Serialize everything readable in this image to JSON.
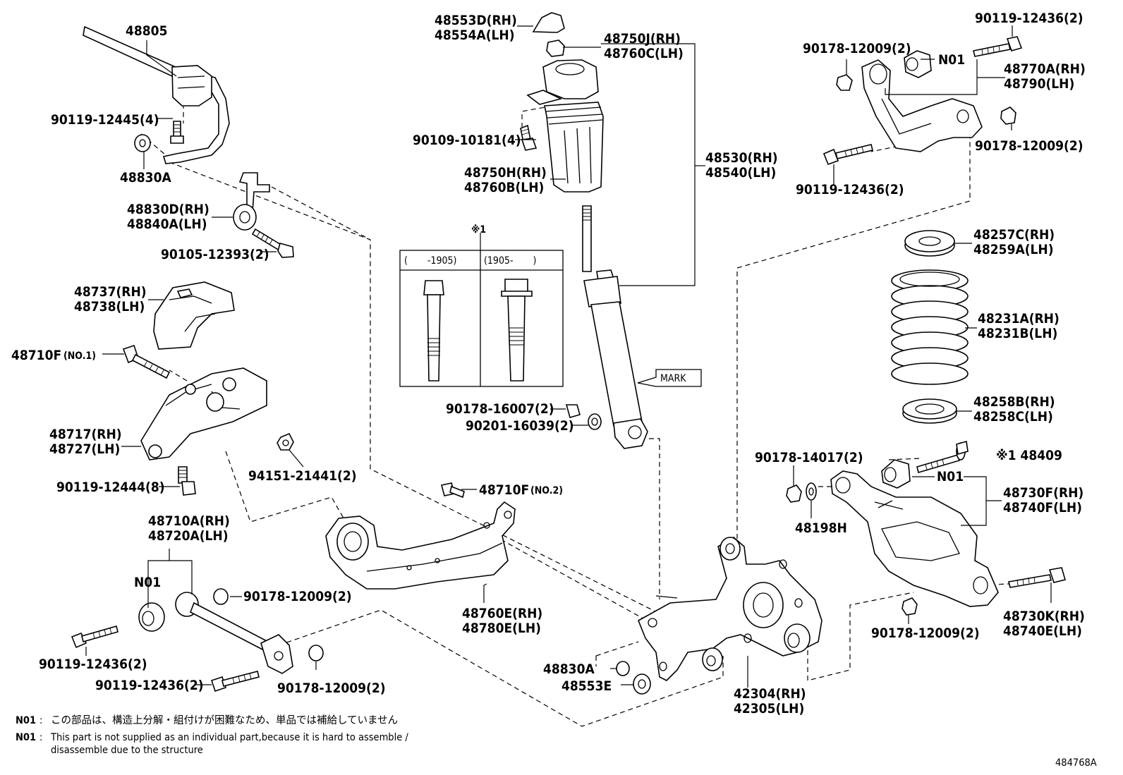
{
  "labels": {
    "stab_bar": "48805",
    "stab_bolt": "90119-12445(4)",
    "stab_bush": "48830A",
    "stab_link": [
      "48830D(RH)",
      "48840A(LH)"
    ],
    "stab_link_bolt": "90105-12393(2)",
    "heat_cover": [
      "48737(RH)",
      "48738(LH)"
    ],
    "mount_bolt_1": "48710F",
    "mount_bolt_1_note": "(NO.1)",
    "bracket": [
      "48717(RH)",
      "48727(LH)"
    ],
    "bracket_bolt": "90119-12444(8)",
    "bracket_nut": "94151-21441(2)",
    "upper_arm": [
      "48710A(RH)",
      "48720A(LH)"
    ],
    "upper_arm_n01": "N01",
    "upper_arm_nut": "90178-12009(2)",
    "upper_arm_bolt_a": "90119-12436(2)",
    "upper_arm_bolt_b": "90119-12436(2)",
    "upper_arm_nut_b": "90178-12009(2)",
    "trailing_arm_bolt": "48710F",
    "trailing_arm_bolt_note": "(NO.2)",
    "trailing_arm": [
      "48760E(RH)",
      "48780E(LH)"
    ],
    "mount_cap": [
      "48553D(RH)",
      "48554A(LH)"
    ],
    "mount_nut": [
      "48750J(RH)",
      "48760C(LH)"
    ],
    "boot_bolt": "90109-10181(4)",
    "boot": [
      "48750H(RH)",
      "48760B(LH)"
    ],
    "shock": [
      "48530(RH)",
      "48540(LH)"
    ],
    "ref_mark": "※1",
    "table_col1": "(　　-1905)",
    "table_col2": "(1905-　　)",
    "mark": "MARK",
    "shock_nut": "90178-16007(2)",
    "shock_washer": "90201-16039(2)",
    "knuckle_bush": "48830A",
    "knuckle_cap": "48553E",
    "knuckle": [
      "42304(RH)",
      "42305(LH)"
    ],
    "toe_arm_nut": "90178-12009(2)",
    "toe_arm_n01": "N01",
    "toe_arm_bolt_top": "90119-12436(2)",
    "toe_arm": [
      "48770A(RH)",
      "48790(LH)"
    ],
    "toe_arm_nut_r": "90178-12009(2)",
    "toe_arm_bolt_bottom": "90119-12436(2)",
    "spring_upper_seat": [
      "48257C(RH)",
      "48259A(LH)"
    ],
    "spring": [
      "48231A(RH)",
      "48231B(LH)"
    ],
    "spring_lower_seat": [
      "48258B(RH)",
      "48258C(LH)"
    ],
    "lower_arm_nut": "90178-14017(2)",
    "lower_arm_cam": "※1 48409",
    "lower_arm_n01": "N01",
    "lower_arm": [
      "48730F(RH)",
      "48740F(LH)"
    ],
    "lower_arm_washer": "48198H",
    "lower_arm_bolt": [
      "48730K(RH)",
      "48740E(LH)"
    ],
    "lower_arm_nut_b": "90178-12009(2)"
  },
  "notes": {
    "n01_key": "N01",
    "n01_jp": "この部品は、構造上分解・組付けが困難なため、単品では補給していません",
    "n01_en_1": "This part is not supplied as an individual part,because it is hard to assemble /",
    "n01_en_2": "disassemble due to the structure"
  },
  "figure_id": "484768A"
}
